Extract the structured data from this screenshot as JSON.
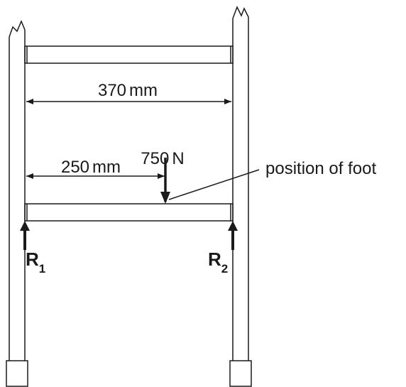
{
  "dimensions": {
    "outer_value": "370",
    "outer_unit": "mm",
    "inner_value": "250",
    "inner_unit": "mm"
  },
  "force": {
    "value": "750",
    "unit": "N"
  },
  "annotation": {
    "text": "position of foot"
  },
  "reactions": {
    "left": {
      "letter": "R",
      "subscript": "1"
    },
    "right": {
      "letter": "R",
      "subscript": "2"
    }
  },
  "colors": {
    "line": "#1a1a1a",
    "background": "#ffffff"
  }
}
